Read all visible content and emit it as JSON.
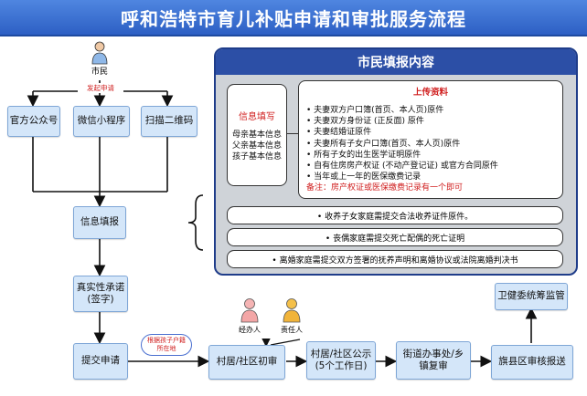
{
  "title": "呼和浩特市育儿补贴申请和审批服务流程",
  "citizen_label": "市民",
  "initiate_label": "发起申请",
  "channels": [
    "官方公众号",
    "微信小程序",
    "扫描二维码"
  ],
  "fill_info": "信息填报",
  "pledge": [
    "真实性承诺",
    "(签字)"
  ],
  "submit": "提交申请",
  "child_location_note": [
    "根据孩子户籍",
    "所在地"
  ],
  "village_review": "村居/社区初审",
  "public_notice": [
    "村居/社区公示",
    "(5个工作日)"
  ],
  "street_review": [
    "街道办事处/乡",
    "镇复审"
  ],
  "county_review": "旗县区审核报送",
  "supervision": "卫健委统筹监管",
  "handler_label": "经办人",
  "responsible_label": "责任人",
  "panel": {
    "title": "市民填报内容",
    "info_fill_title": "信息填写",
    "info_items": [
      "母亲基本信息",
      "父亲基本信息",
      "孩子基本信息"
    ],
    "upload_title": "上传资料",
    "upload_items": [
      "• 夫妻双方户口簿(首页、本人页)原件",
      "• 夫妻双方身份证 (正反面) 原件",
      "• 夫妻结婚证原件",
      "• 夫妻所有子女户口簿(首页、本人页)原件",
      "• 所有子女的出生医学证明原件",
      "• 自有住房房产权证 (不动产登记证) 或官方合同原件",
      "• 当年或上一年的医保缴费记录"
    ],
    "remark": "备注：房产权证或医保缴费记录有一个即可",
    "notes": [
      "• 收养子女家庭需提交合法收养证件原件。",
      "• 丧偶家庭需提交死亡配偶的死亡证明",
      "• 离婚家庭需提交双方签署的抚养声明和离婚协议或法院离婚判决书"
    ]
  }
}
